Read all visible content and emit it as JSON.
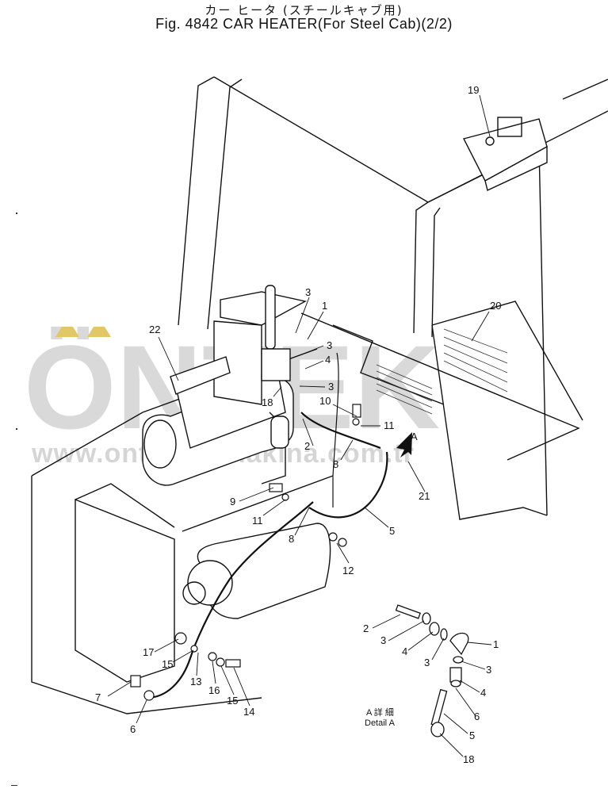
{
  "title": {
    "jp": "カー ヒータ (スチールキャブ用)",
    "en": "Fig. 4842 CAR HEATER(For Steel Cab)(2/2)"
  },
  "watermark": {
    "word": "ÖNTEK",
    "url": "www.ontekishmakina.com.tr"
  },
  "detail_label": {
    "jp": "A 詳 細",
    "en": "Detail A",
    "letter": "A"
  },
  "callouts": [
    "19",
    "3",
    "1",
    "3",
    "4",
    "3",
    "22",
    "10",
    "18",
    "11",
    "2",
    "8",
    "20",
    "21",
    "9",
    "11",
    "5",
    "8",
    "12",
    "2",
    "3",
    "4",
    "1",
    "3",
    "17",
    "15",
    "13",
    "16",
    "15",
    "14",
    "3",
    "4",
    "7",
    "6",
    "6",
    "5",
    "18"
  ],
  "colors": {
    "line": "#111111",
    "watermark": "#b9b9b9"
  }
}
